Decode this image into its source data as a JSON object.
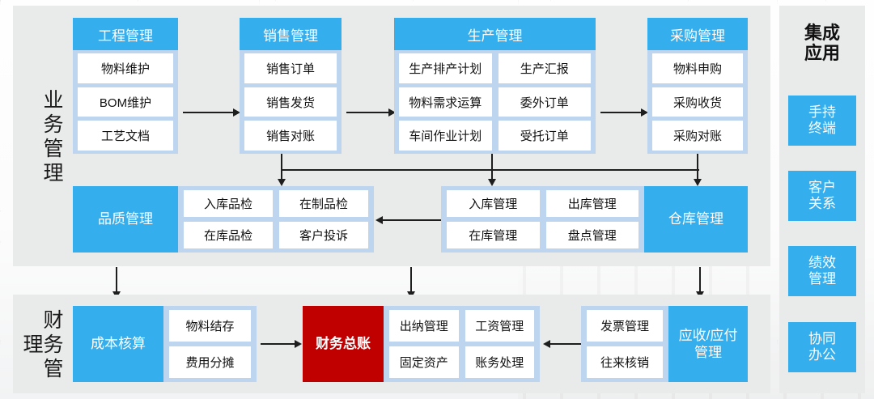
{
  "panels": {
    "business": {
      "label": "业务管理"
    },
    "finance": {
      "label": "财务管理"
    }
  },
  "sidebar": {
    "title": "集成\n应用",
    "title_line1": "集成",
    "title_line2": "应用",
    "items": [
      {
        "label": "手持\n终端",
        "line1": "手持",
        "line2": "终端"
      },
      {
        "label": "客户\n关系",
        "line1": "客户",
        "line2": "关系"
      },
      {
        "label": "绩效\n管理",
        "line1": "绩效",
        "line2": "管理"
      },
      {
        "label": "协同\n办公",
        "line1": "协同",
        "line2": "办公"
      }
    ]
  },
  "modules": {
    "engineering": {
      "title": "工程管理",
      "items": [
        "物料维护",
        "BOM维护",
        "工艺文档"
      ]
    },
    "sales": {
      "title": "销售管理",
      "items": [
        "销售订单",
        "销售发货",
        "销售对账"
      ]
    },
    "production": {
      "title": "生产管理",
      "rows": [
        [
          "生产排产计划",
          "生产汇报"
        ],
        [
          "物料需求运算",
          "委外订单"
        ],
        [
          "车间作业计划",
          "受托订单"
        ]
      ]
    },
    "purchase": {
      "title": "采购管理",
      "items": [
        "物料申购",
        "采购收货",
        "采购对账"
      ]
    },
    "quality": {
      "title": "品质管理",
      "rows": [
        [
          "入库品检",
          "在制品检"
        ],
        [
          "在库品检",
          "客户投诉"
        ]
      ]
    },
    "warehouse": {
      "title": "仓库管理",
      "rows": [
        [
          "入库管理",
          "出库管理"
        ],
        [
          "在库管理",
          "盘点管理"
        ]
      ]
    },
    "cost": {
      "title": "成本核算",
      "items": [
        "物料结存",
        "费用分摊"
      ]
    },
    "ledger": {
      "title": "财务总账",
      "rows": [
        [
          "出纳管理",
          "工资管理"
        ],
        [
          "固定资产",
          "账务处理"
        ]
      ]
    },
    "receivable": {
      "title_line1": "应收/应付",
      "title_line2": "管理",
      "items": [
        "发票管理",
        "往来核销"
      ]
    }
  },
  "colors": {
    "accent_blue": "#35aeed",
    "light_blue": "#bed5ef",
    "red": "#c00000",
    "panel_gray": "#e9eaea",
    "text_dark": "#111111"
  }
}
